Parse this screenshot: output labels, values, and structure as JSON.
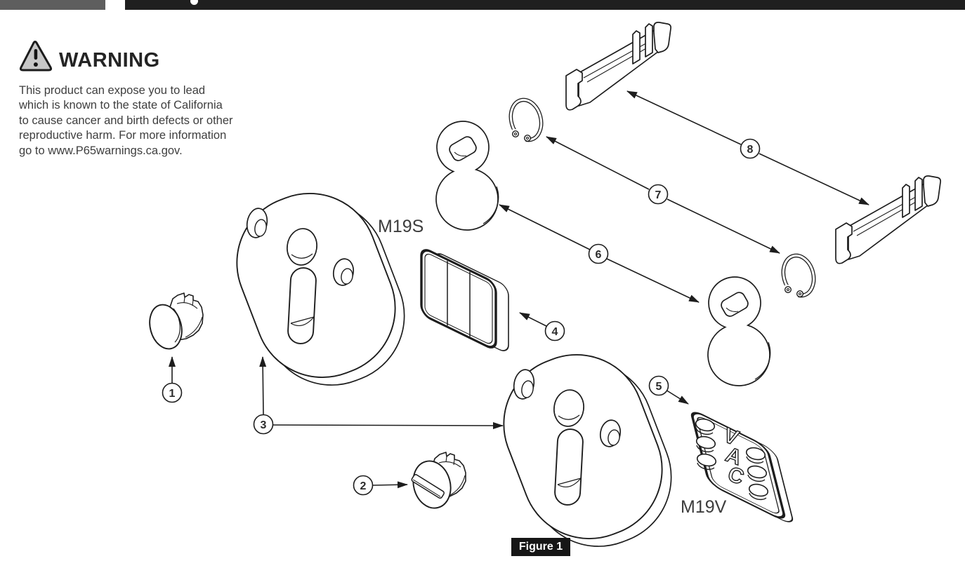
{
  "warning": {
    "title": "WARNING",
    "lines": [
      "This product can expose you to lead",
      "which is known to the state of California",
      "to cause cancer and birth defects or other",
      "reproductive harm. For more information",
      "go to www.P65warnings.ca.gov."
    ]
  },
  "diagram": {
    "part_labels": {
      "m19s": "M19S",
      "m19v": "M19V"
    },
    "vac_letters": [
      "V",
      "A",
      "C"
    ],
    "callouts": [
      "1",
      "2",
      "3",
      "4",
      "5",
      "6",
      "7",
      "8"
    ],
    "figure_caption": "Figure 1"
  },
  "colors": {
    "line": "#1d1d1d",
    "body_text": "#3e3e3e",
    "bar_gray": "#5e5e5e",
    "bar_black": "#1f1f1f",
    "badge_bg": "#161616",
    "triangle_fill": "#c7c7c7"
  }
}
